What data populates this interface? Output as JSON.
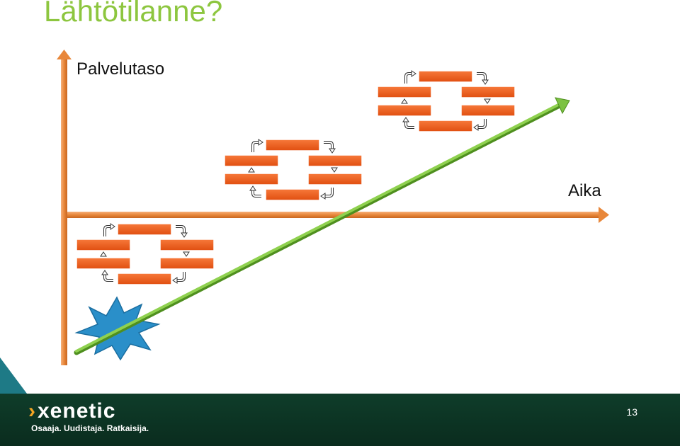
{
  "title": "Lähtötilanne?",
  "axes": {
    "y_label": "Palvelutaso",
    "x_label": "Aika"
  },
  "colors": {
    "title": "#8dc63f",
    "axis": "#e8873a",
    "process_box": "#f05a1a",
    "trend_arrow": "#7cc242",
    "burst": "#2a8fc9",
    "footer": "#0f3d2a"
  },
  "process_cycles": [
    {
      "name": "cycle-low"
    },
    {
      "name": "cycle-mid"
    },
    {
      "name": "cycle-high"
    }
  ],
  "footer": {
    "brand": "xenetic",
    "brand_mark": "›",
    "tagline": "Osaaja. Uudistaja. Ratkaisija.",
    "page_number": "13"
  }
}
